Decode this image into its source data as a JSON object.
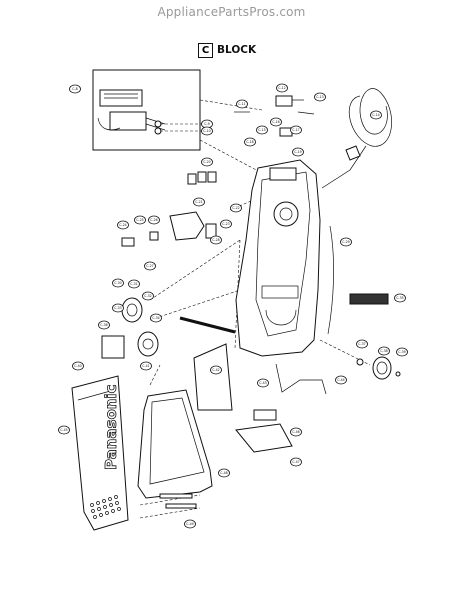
{
  "watermark": "AppliancePartsPros.com",
  "block": {
    "letter": "C",
    "word": "BLOCK"
  },
  "brand_text": "Panasonic",
  "callouts": [
    {
      "id": "c1",
      "text": "C-8"
    },
    {
      "id": "c2",
      "text": "C-9"
    },
    {
      "id": "c3",
      "text": "C-10"
    },
    {
      "id": "c4",
      "text": "C-11"
    },
    {
      "id": "c5",
      "text": "C-12"
    },
    {
      "id": "c6",
      "text": "C-13"
    },
    {
      "id": "c7",
      "text": "C-14"
    },
    {
      "id": "c8",
      "text": "C-15"
    },
    {
      "id": "c9",
      "text": "C-16"
    },
    {
      "id": "c10",
      "text": "C-17"
    },
    {
      "id": "c11",
      "text": "C-18"
    },
    {
      "id": "c12",
      "text": "C-19"
    },
    {
      "id": "c13",
      "text": "C-20"
    },
    {
      "id": "c14",
      "text": "C-21"
    },
    {
      "id": "c15",
      "text": "C-22"
    },
    {
      "id": "c16",
      "text": "C-23"
    },
    {
      "id": "c17",
      "text": "C-24"
    },
    {
      "id": "c18",
      "text": "C-25"
    },
    {
      "id": "c19",
      "text": "C-26"
    },
    {
      "id": "c20",
      "text": "C-27"
    },
    {
      "id": "c21",
      "text": "C-28"
    },
    {
      "id": "c22",
      "text": "C-29"
    },
    {
      "id": "c23",
      "text": "C-30"
    },
    {
      "id": "c24",
      "text": "C-31"
    },
    {
      "id": "c25",
      "text": "C-32"
    },
    {
      "id": "c26",
      "text": "C-33"
    },
    {
      "id": "c27",
      "text": "C-34"
    },
    {
      "id": "c28",
      "text": "C-35"
    },
    {
      "id": "c29",
      "text": "C-36"
    },
    {
      "id": "c30",
      "text": "C-37"
    },
    {
      "id": "c31",
      "text": "C-38"
    },
    {
      "id": "c32",
      "text": "C-39"
    },
    {
      "id": "c33",
      "text": "C-40"
    },
    {
      "id": "c34",
      "text": "C-41"
    },
    {
      "id": "c35",
      "text": "C-42"
    },
    {
      "id": "c36",
      "text": "C-43"
    },
    {
      "id": "c37",
      "text": "C-44"
    },
    {
      "id": "c38",
      "text": "C-45"
    },
    {
      "id": "c39",
      "text": "C-46"
    },
    {
      "id": "c40",
      "text": "C-47"
    },
    {
      "id": "c41",
      "text": "C-48"
    },
    {
      "id": "c42",
      "text": "C-49"
    }
  ]
}
